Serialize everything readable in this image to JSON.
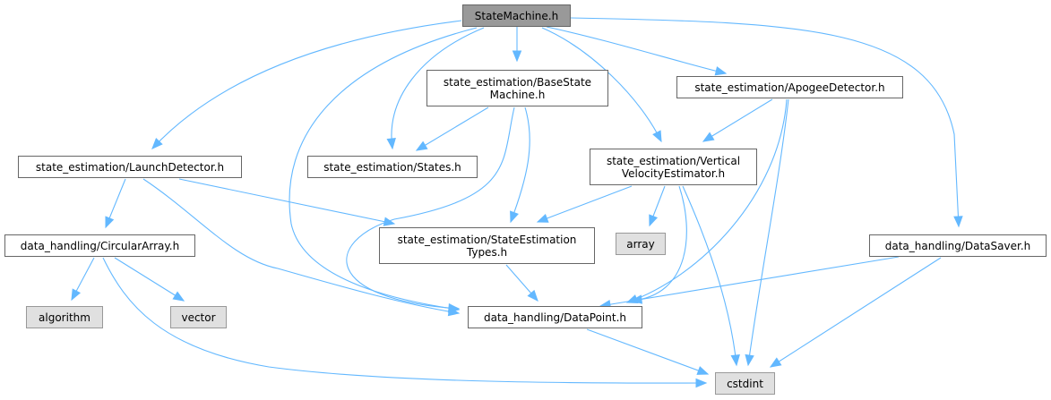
{
  "title": "StateMachine.h include dependency graph",
  "colors": {
    "edge": "#63b8ff",
    "root_fill": "#999999",
    "system_fill": "#e0e0e0",
    "node_border": "#666666"
  },
  "nodes": [
    {
      "id": "statemachine",
      "label": "StateMachine.h",
      "kind": "root"
    },
    {
      "id": "basestatemachine",
      "label": "state_estimation/BaseState\nMachine.h",
      "kind": "local"
    },
    {
      "id": "apogee",
      "label": "state_estimation/ApogeeDetector.h",
      "kind": "local"
    },
    {
      "id": "launch",
      "label": "state_estimation/LaunchDetector.h",
      "kind": "local"
    },
    {
      "id": "states",
      "label": "state_estimation/States.h",
      "kind": "local"
    },
    {
      "id": "vve",
      "label": "state_estimation/Vertical\nVelocityEstimator.h",
      "kind": "local"
    },
    {
      "id": "circular",
      "label": "data_handling/CircularArray.h",
      "kind": "local"
    },
    {
      "id": "setypes",
      "label": "state_estimation/StateEstimation\nTypes.h",
      "kind": "local"
    },
    {
      "id": "array",
      "label": "array",
      "kind": "system"
    },
    {
      "id": "datasaver",
      "label": "data_handling/DataSaver.h",
      "kind": "local"
    },
    {
      "id": "algorithm",
      "label": "algorithm",
      "kind": "system"
    },
    {
      "id": "vector",
      "label": "vector",
      "kind": "system"
    },
    {
      "id": "datapoint",
      "label": "data_handling/DataPoint.h",
      "kind": "local"
    },
    {
      "id": "cstdint",
      "label": "cstdint",
      "kind": "system"
    }
  ],
  "edges": [
    {
      "from": "statemachine",
      "to": "basestatemachine"
    },
    {
      "from": "statemachine",
      "to": "apogee"
    },
    {
      "from": "statemachine",
      "to": "launch"
    },
    {
      "from": "statemachine",
      "to": "states"
    },
    {
      "from": "statemachine",
      "to": "vve"
    },
    {
      "from": "statemachine",
      "to": "datasaver"
    },
    {
      "from": "statemachine",
      "to": "datapoint"
    },
    {
      "from": "basestatemachine",
      "to": "states"
    },
    {
      "from": "basestatemachine",
      "to": "setypes"
    },
    {
      "from": "basestatemachine",
      "to": "datapoint"
    },
    {
      "from": "apogee",
      "to": "vve"
    },
    {
      "from": "apogee",
      "to": "datapoint"
    },
    {
      "from": "apogee",
      "to": "cstdint"
    },
    {
      "from": "launch",
      "to": "circular"
    },
    {
      "from": "launch",
      "to": "setypes"
    },
    {
      "from": "launch",
      "to": "datapoint"
    },
    {
      "from": "vve",
      "to": "setypes"
    },
    {
      "from": "vve",
      "to": "array"
    },
    {
      "from": "vve",
      "to": "datapoint"
    },
    {
      "from": "vve",
      "to": "cstdint"
    },
    {
      "from": "circular",
      "to": "algorithm"
    },
    {
      "from": "circular",
      "to": "vector"
    },
    {
      "from": "circular",
      "to": "cstdint"
    },
    {
      "from": "setypes",
      "to": "datapoint"
    },
    {
      "from": "datasaver",
      "to": "datapoint"
    },
    {
      "from": "datasaver",
      "to": "cstdint"
    },
    {
      "from": "datapoint",
      "to": "cstdint"
    }
  ]
}
